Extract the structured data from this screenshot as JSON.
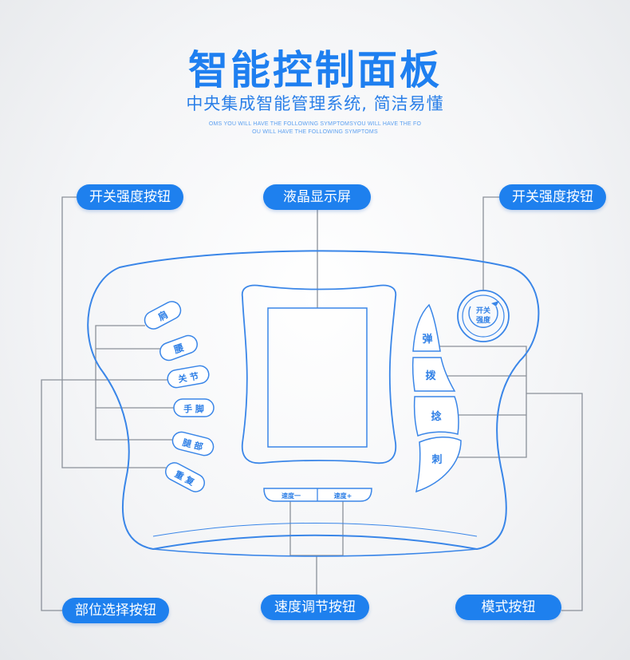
{
  "header": {
    "title": "智能控制面板",
    "subtitle": "中央集成智能管理系统, 简洁易懂",
    "fine_print_1": "OMS YOU WILL HAVE THE FOLLOWING SYMPTOMSYOU WILL HAVE THE FO",
    "fine_print_2": "OU WILL HAVE THE FOLLOWING SYMPTOMS"
  },
  "callouts": {
    "top_left": "开关强度按钮",
    "top_center": "液晶显示屏",
    "top_right": "开关强度按钮",
    "bottom_left": "部位选择按钮",
    "bottom_center": "速度调节按钮",
    "bottom_right": "模式按钮"
  },
  "panel": {
    "dial_line1": "开关",
    "dial_line2": "强度",
    "body_buttons": [
      "肩",
      "腰",
      "关 节",
      "手 脚",
      "腿 部",
      "重 复"
    ],
    "mode_buttons": [
      "弹",
      "拨",
      "捻",
      "刺"
    ],
    "speed_down": "速度一",
    "speed_up": "速度+"
  },
  "colors": {
    "accent": "#1e80ee",
    "outline": "#3a86e8",
    "leader": "#8a9099"
  }
}
